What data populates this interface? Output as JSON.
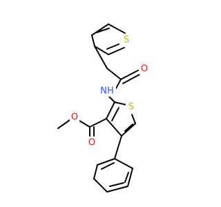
{
  "molecule": {
    "atom_labels": {
      "s_top": "S",
      "o_amide": "O",
      "nh": "NH",
      "s_ring": "S",
      "o_ester_methoxy": "O",
      "o_ester_carbonyl": "O"
    },
    "colors": {
      "bond": "#000000",
      "sulfur": "#c6b016",
      "oxygen": "#ff0d0d",
      "nitrogen": "#3050f8",
      "background": "#ffffff"
    }
  }
}
